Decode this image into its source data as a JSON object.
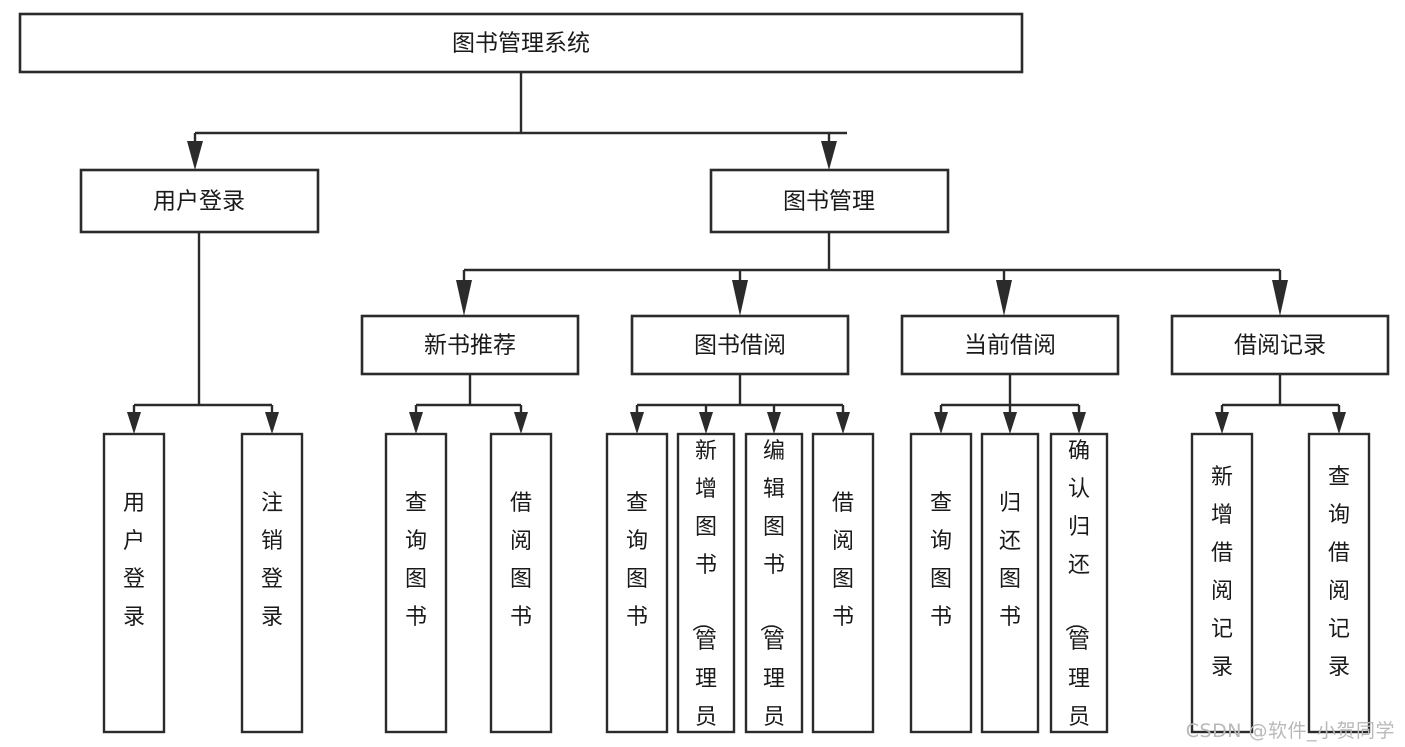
{
  "diagram": {
    "type": "tree",
    "title": "图书管理系统",
    "orientation": "top-down",
    "colors": {
      "box_fill": "#ffffff",
      "box_stroke": "#2b2b2b",
      "text": "#1a1a1a",
      "background": "#ffffff",
      "watermark": "#b9b9b9"
    },
    "root": {
      "label": "图书管理系统"
    },
    "level2": [
      {
        "label": "用户登录"
      },
      {
        "label": "图书管理"
      }
    ],
    "level3": [
      {
        "label": "新书推荐"
      },
      {
        "label": "图书借阅"
      },
      {
        "label": "当前借阅"
      },
      {
        "label": "借阅记录"
      }
    ],
    "leaves_user_login": [
      {
        "label": "用户登录"
      },
      {
        "label": "注销登录"
      }
    ],
    "leaves_new_books": [
      {
        "label": "查询图书"
      },
      {
        "label": "借阅图书"
      }
    ],
    "leaves_borrow": [
      {
        "label": "查询图书"
      },
      {
        "label": "新增图书（管理员）"
      },
      {
        "label": "编辑图书（管理员）"
      },
      {
        "label": "借阅图书"
      }
    ],
    "leaves_current": [
      {
        "label": "查询图书"
      },
      {
        "label": "归还图书"
      },
      {
        "label": "确认归还（管理员）"
      }
    ],
    "leaves_records": [
      {
        "label": "新增借阅记录"
      },
      {
        "label": "查询借阅记录"
      }
    ]
  },
  "watermark": {
    "text": "CSDN @软件_小贺同学"
  }
}
